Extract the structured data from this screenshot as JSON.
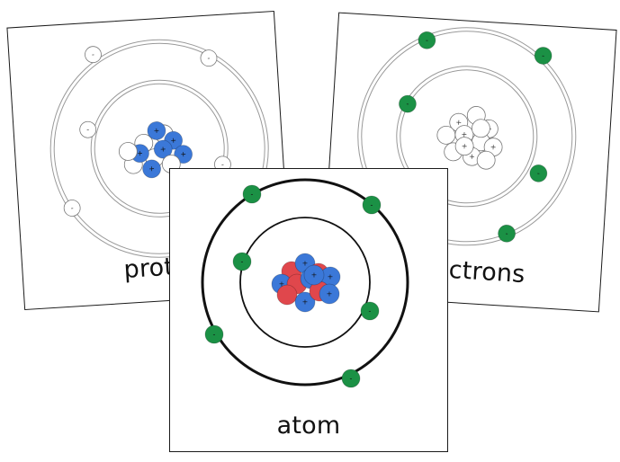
{
  "cards": {
    "protons": {
      "label": "proto"
    },
    "electrons": {
      "label": "electrons"
    },
    "atom": {
      "label": "atom"
    }
  },
  "signs": {
    "proton": "+",
    "electron": "-"
  },
  "colors": {
    "proton": "#3b78d8",
    "neutron": "#e0474c",
    "electron": "#1b9145",
    "empty": "#ffffff",
    "outline": "#222222",
    "faint_ring": "#888888"
  }
}
